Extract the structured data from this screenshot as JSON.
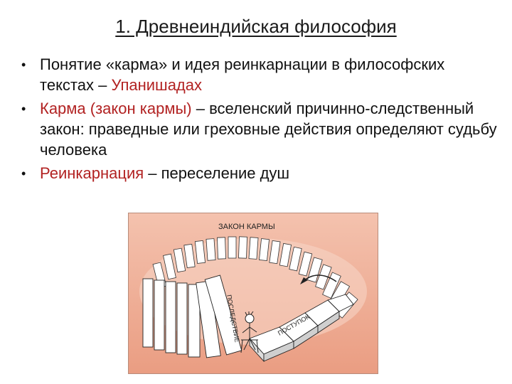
{
  "slide": {
    "title": "1. Древнеиндийская философия",
    "bullets": [
      {
        "parts": [
          {
            "text": "Понятие «карма» и идея реинкарнации в философских текстах – ",
            "red": false
          },
          {
            "text": "Упанишадах",
            "red": true
          }
        ]
      },
      {
        "parts": [
          {
            "text": "Карма (закон кармы) ",
            "red": true
          },
          {
            "text": "– вселенский причинно-следственный закон: праведные или греховные действия определяют судьбу человека",
            "red": false
          }
        ]
      },
      {
        "parts": [
          {
            "text": "Реинкарнация",
            "red": true
          },
          {
            "text": " – переселение душ",
            "red": false
          }
        ]
      }
    ]
  },
  "illustration": {
    "caption_top": "ЗАКОН КАРМЫ",
    "label_consequence": "ПОСЛЕДСТВИЕ",
    "label_deed": "ПОСТУПОК"
  },
  "colors": {
    "red_text": "#b22222",
    "frame_bg": "#f1b49c"
  }
}
